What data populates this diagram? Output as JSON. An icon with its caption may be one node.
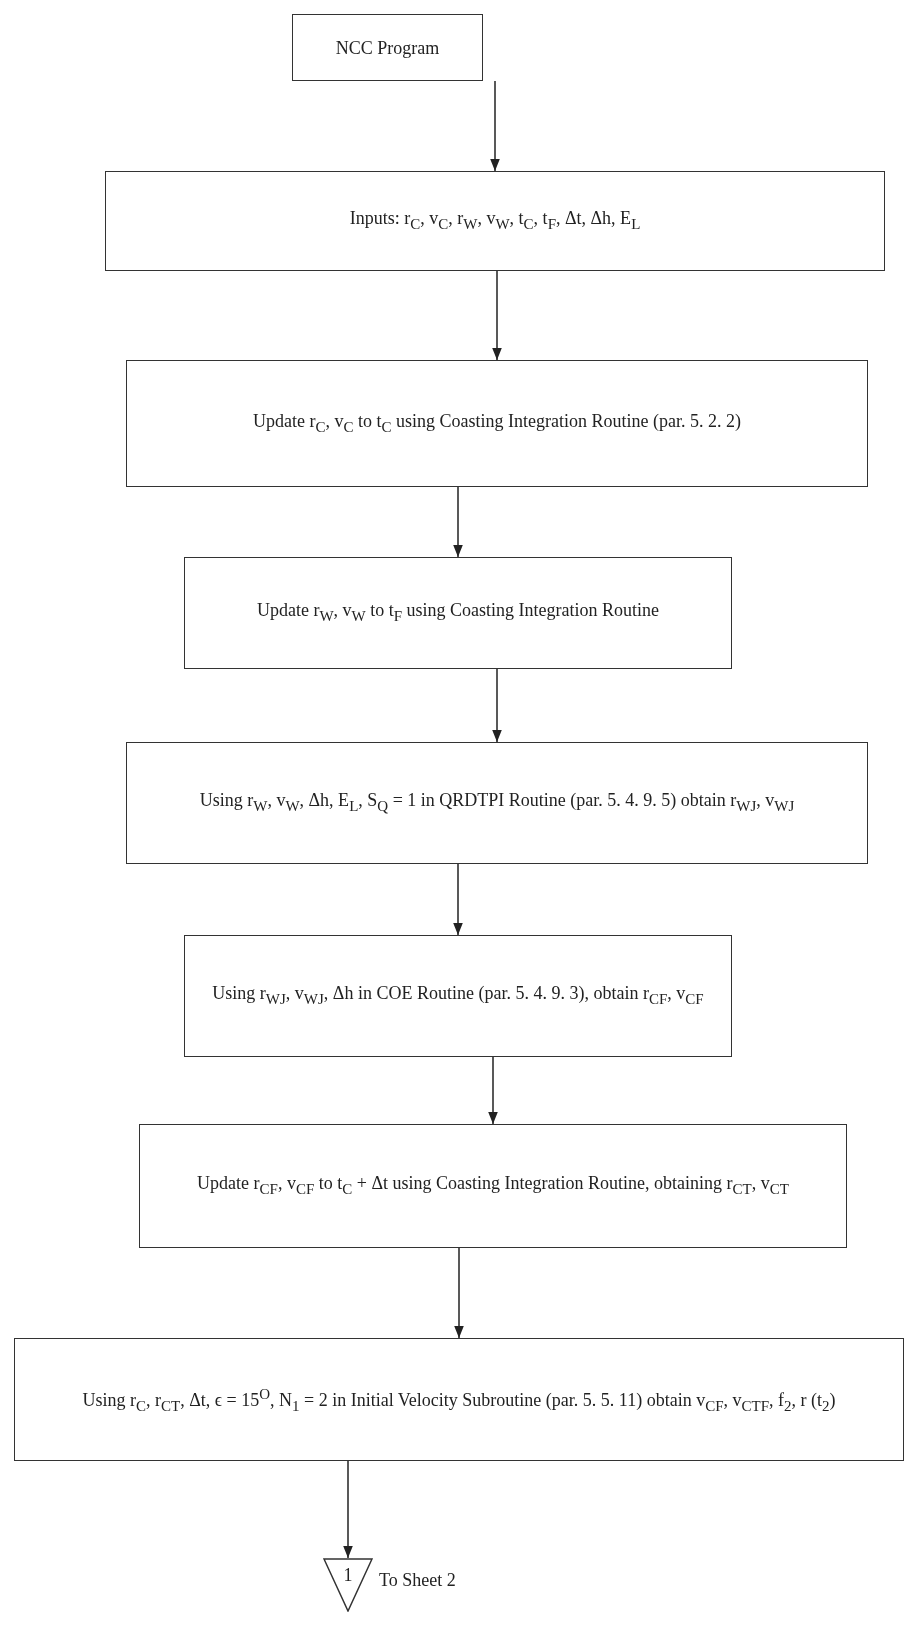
{
  "diagram": {
    "nodes": [
      {
        "text": [
          "NCC Program"
        ]
      },
      {
        "text": [
          "Inputs: r$_{C}$, v$_{C}$, r$_{W}$, v$_{W}$, t$_{C}$, t$_{F}$, Δt, Δh, E$_{L}$"
        ]
      },
      {
        "text": [
          "Update r$_{C}$, v$_{C}$ to t$_{C}$ using Coasting Integration Routine (par. 5. 2. 2)"
        ]
      },
      {
        "text": [
          "Update r$_{W}$, v$_{W}$ to t$_{F}$ using Coasting Integration Routine"
        ]
      },
      {
        "text": [
          "Using r$_{W}$, v$_{W}$, Δh, E$_{L}$, S$_{Q}$ = 1 in QRDTPI Routine (par. 5. 4. 9. 5) obtain r$_{WJ}$, v$_{WJ}$"
        ]
      },
      {
        "text": [
          "Using r$_{WJ}$, v$_{WJ}$, Δh in COE Routine (par. 5. 4. 9. 3), obtain r$_{CF}$, v$_{CF}$"
        ]
      },
      {
        "text": [
          "Update r$_{CF}$, v$_{CF}$ to t$_{C}$ + Δt using Coasting Integration Routine, obtaining r$_{CT}$, v$_{CT}$"
        ]
      },
      {
        "text": [
          "Using r$_{C}$, r$_{CT}$, Δt, ϵ = 15$^{O}$, N$_{1}$ = 2 in Initial Velocity Subroutine (par. 5. 5. 11) obtain v$_{CF}$, v$_{CTF}$, f$_{2}$, r (t$_{2}$)"
        ]
      },
      {
        "text": [
          "1"
        ],
        "beside": [
          "To Sheet 2"
        ]
      }
    ],
    "edges": [
      {
        "from": 0,
        "to": 1,
        "arrow": "to"
      },
      {
        "from": 1,
        "to": 2,
        "arrow": "to"
      },
      {
        "from": 2,
        "to": 3,
        "arrow": "to"
      },
      {
        "from": 3,
        "to": 4,
        "arrow": "to"
      },
      {
        "from": 4,
        "to": 5,
        "arrow": "to"
      },
      {
        "from": 5,
        "to": 6,
        "arrow": "to"
      },
      {
        "from": 6,
        "to": 7,
        "arrow": "to"
      },
      {
        "from": 7,
        "to": 8,
        "arrow": "to"
      }
    ]
  }
}
